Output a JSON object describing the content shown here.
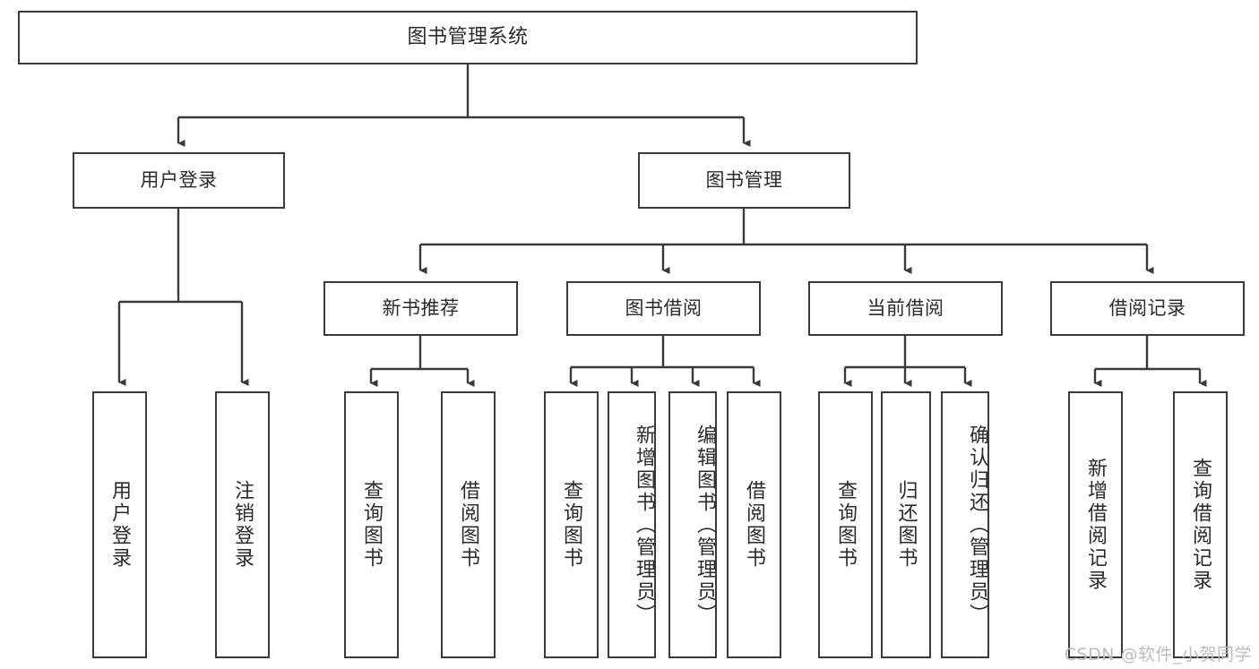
{
  "diagram": {
    "type": "tree",
    "title": "图书管理系统",
    "root": {
      "label": "图书管理系统"
    },
    "level2": [
      {
        "label": "用户登录"
      },
      {
        "label": "图书管理"
      }
    ],
    "level3": [
      {
        "label": "新书推荐"
      },
      {
        "label": "图书借阅"
      },
      {
        "label": "当前借阅"
      },
      {
        "label": "借阅记录"
      }
    ],
    "leaves": {
      "user_login": [
        {
          "label": "用户登录"
        },
        {
          "label": "注销登录"
        }
      ],
      "new_book": [
        {
          "label": "查询图书"
        },
        {
          "label": "借阅图书"
        }
      ],
      "book_borrow": [
        {
          "label": "查询图书"
        },
        {
          "label": "新增图书（管理员）"
        },
        {
          "label": "编辑图书（管理员）"
        },
        {
          "label": "借阅图书"
        }
      ],
      "current_borrow": [
        {
          "label": "查询图书"
        },
        {
          "label": "归还图书"
        },
        {
          "label": "确认归还（管理员）"
        }
      ],
      "borrow_record": [
        {
          "label": "新增借阅记录"
        },
        {
          "label": "查询借阅记录"
        }
      ]
    }
  },
  "watermark": {
    "text": "CSDN @软件_小贺同学"
  },
  "colors": {
    "stroke": "#3a3a3a",
    "text": "#2b2b2b",
    "background": "#ffffff",
    "watermark": "#bdbdbd"
  }
}
